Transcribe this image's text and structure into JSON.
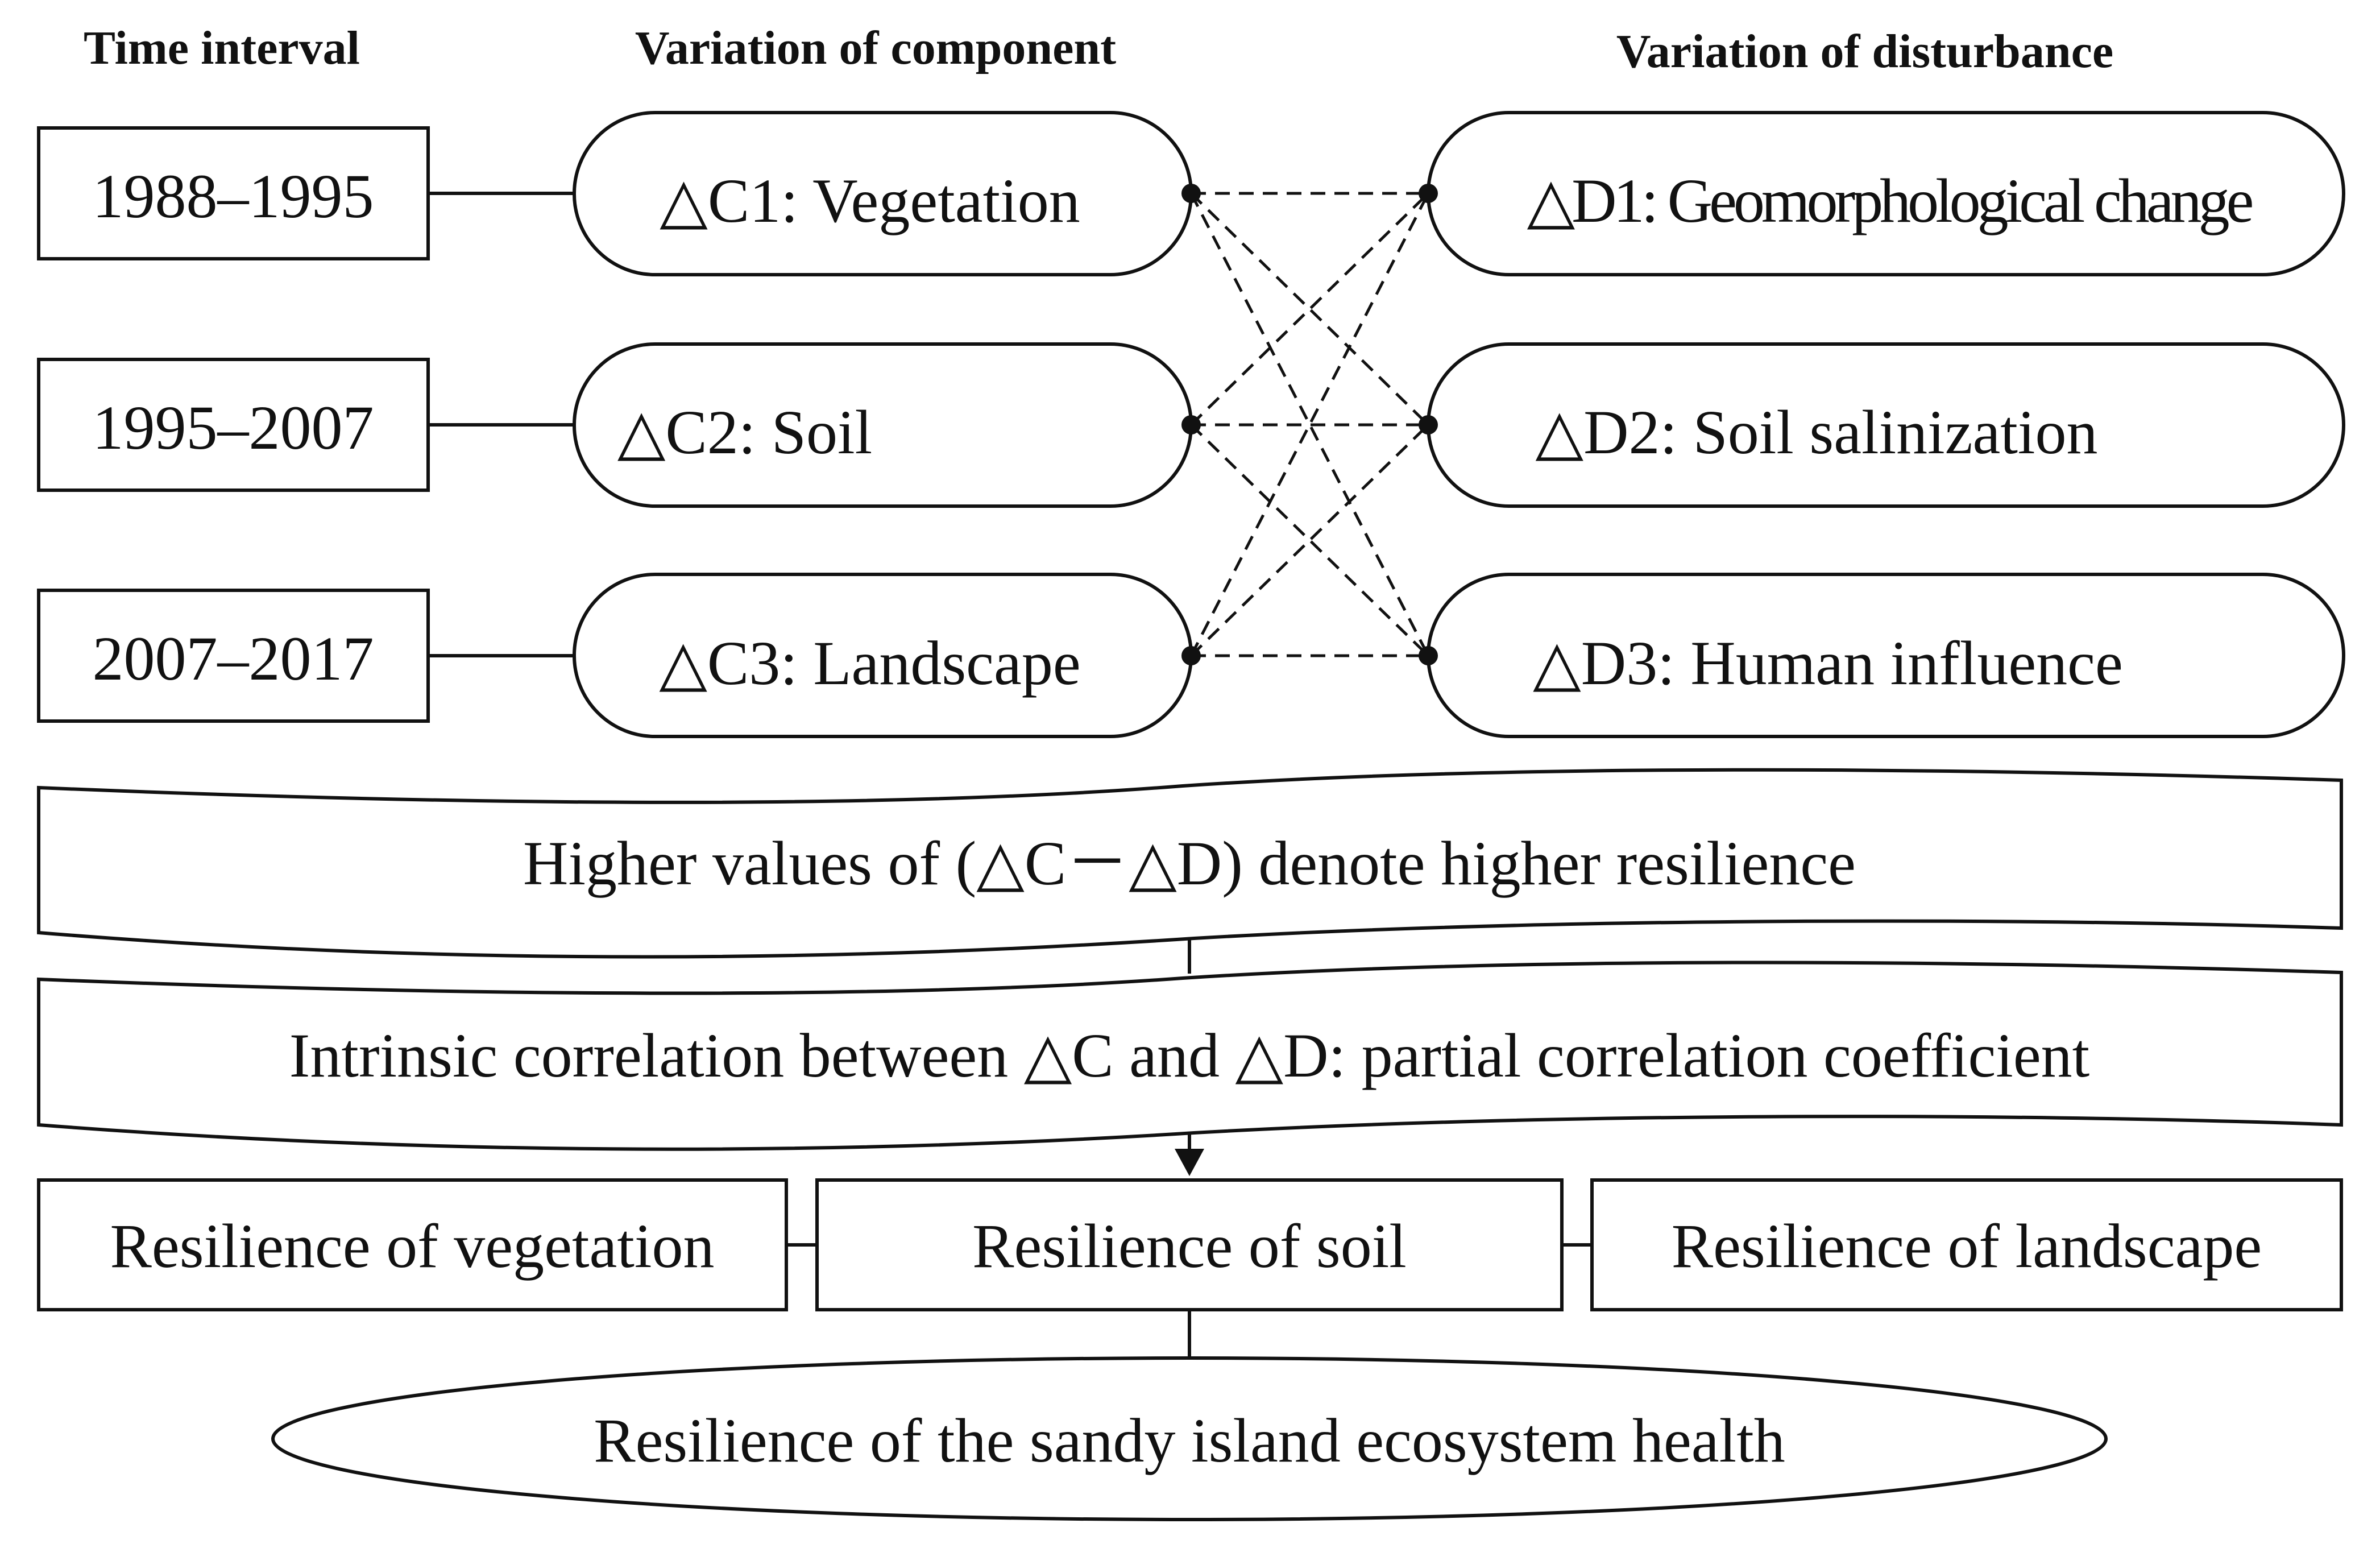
{
  "headers": {
    "time_interval": "Time interval",
    "variation_component": "Variation of component",
    "variation_disturbance": "Variation of disturbance"
  },
  "time_intervals": [
    "1988–1995",
    "1995–2007",
    "2007–2017"
  ],
  "components": [
    "△C1: Vegetation",
    "△C2: Soil",
    "△C3: Landscape"
  ],
  "disturbances": [
    "△D1: Geomorphological change",
    "△D2: Soil salinization",
    "△D3: Human influence"
  ],
  "banners": {
    "resilience_rule": "Higher values of (△C－△D) denote higher resilience",
    "correlation": "Intrinsic correlation between △C and △D: partial correlation coefficient"
  },
  "resilience_boxes": [
    "Resilience of vegetation",
    "Resilience of soil",
    "Resilience of landscape"
  ],
  "result": "Resilience of the sandy island ecosystem health",
  "colors": {
    "stroke": "#111111",
    "background": "#ffffff"
  }
}
